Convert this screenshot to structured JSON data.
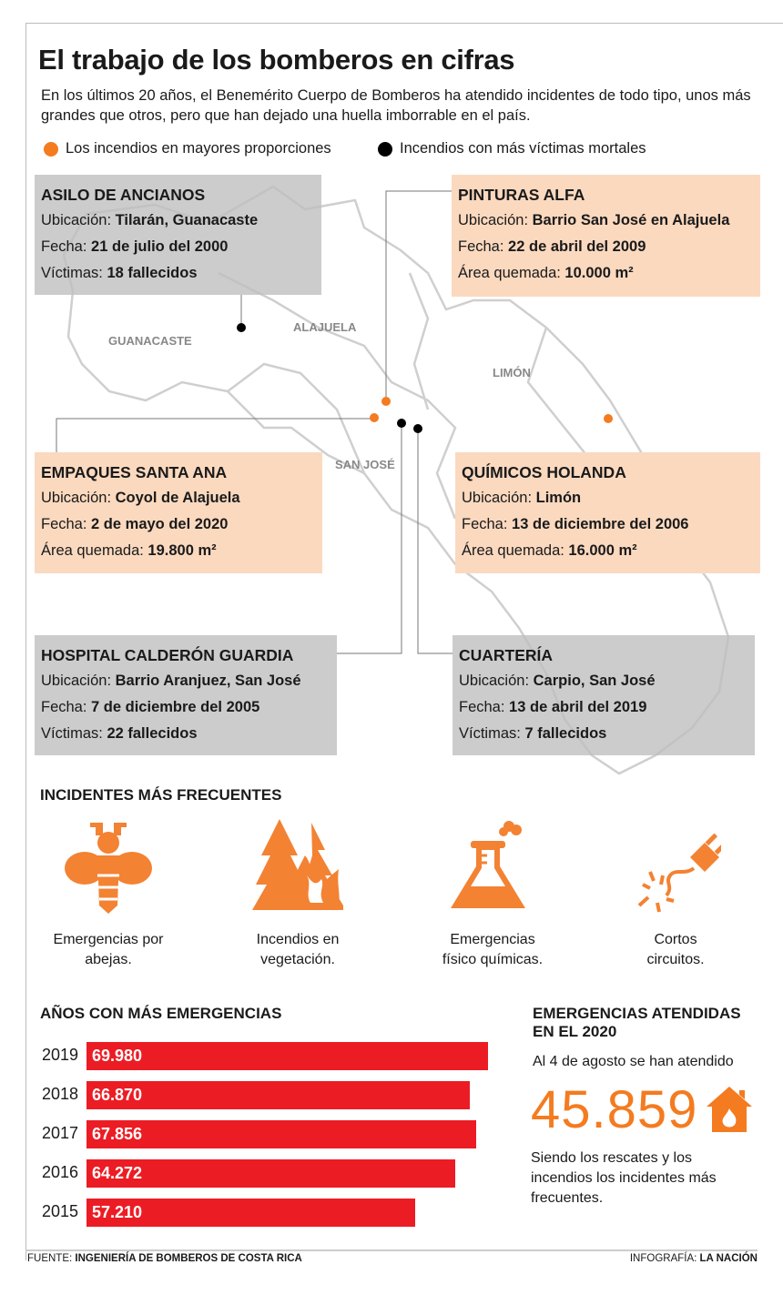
{
  "title": "El trabajo de los bomberos en cifras",
  "intro": "En los últimos 20 años, el Benemérito Cuerpo de Bomberos ha atendido incidentes de todo tipo, unos más grandes que otros, pero que han dejado una huella imborrable en el país.",
  "legend": [
    {
      "label": "Los incendios en mayores proporciones",
      "color": "#f47b20"
    },
    {
      "label": "Incendios con más víctimas mortales",
      "color": "#000000"
    }
  ],
  "map_labels": {
    "guanacaste": "GUANACASTE",
    "alajuela": "ALAJUELA",
    "limon": "LIMÓN",
    "san_jose": "SAN JOSÉ"
  },
  "incidents": {
    "asilo": {
      "title": "ASILO DE ANCIANOS",
      "l1": "Ubicación:",
      "v1": "Tilarán, Guanacaste",
      "l2": "Fecha:",
      "v2": "21 de julio del 2000",
      "l3": "Víctimas:",
      "v3": "18 fallecidos"
    },
    "pinturas": {
      "title": "PINTURAS ALFA",
      "l1": "Ubicación:",
      "v1": "Barrio San José en Alajuela",
      "l2": "Fecha:",
      "v2": "22 de abril del 2009",
      "l3": "Área quemada:",
      "v3": "10.000 m²"
    },
    "empaques": {
      "title": "EMPAQUES SANTA ANA",
      "l1": "Ubicación:",
      "v1": "Coyol de Alajuela",
      "l2": "Fecha:",
      "v2": "2 de mayo del 2020",
      "l3": "Área quemada:",
      "v3": "19.800 m²"
    },
    "quimicos": {
      "title": "QUÍMICOS HOLANDA",
      "l1": "Ubicación:",
      "v1": "Limón",
      "l2": "Fecha:",
      "v2": "13 de diciembre del 2006",
      "l3": "Área quemada:",
      "v3": "16.000 m²"
    },
    "hospital": {
      "title": "HOSPITAL CALDERÓN GUARDIA",
      "l1": "Ubicación:",
      "v1": "Barrio Aranjuez, San José",
      "l2": "Fecha:",
      "v2": "7 de diciembre del 2005",
      "l3": "Víctimas:",
      "v3": "22 fallecidos"
    },
    "cuarteria": {
      "title": "CUARTERÍA",
      "l1": "Ubicación:",
      "v1": "Carpio, San José",
      "l2": "Fecha:",
      "v2": "13 de abril del 2019",
      "l3": "Víctimas:",
      "v3": "7 fallecidos"
    }
  },
  "frequent": {
    "title": "INCIDENTES MÁS FRECUENTES",
    "items": [
      {
        "icon": "bee-icon",
        "l1": "Emergencias por",
        "l2": "abejas."
      },
      {
        "icon": "forest-fire-icon",
        "l1": "Incendios en",
        "l2": "vegetación."
      },
      {
        "icon": "flask-icon",
        "l1": "Emergencias",
        "l2": "físico químicas."
      },
      {
        "icon": "plug-spark-icon",
        "l1": "Cortos",
        "l2": "circuitos."
      }
    ]
  },
  "chart_data": {
    "type": "bar",
    "title": "AÑOS CON MÁS EMERGENCIAS",
    "orientation": "horizontal",
    "categories": [
      "2019",
      "2018",
      "2017",
      "2016",
      "2015"
    ],
    "values": [
      69980,
      66870,
      67856,
      64272,
      57210
    ],
    "labels": [
      "69.980",
      "66.870",
      "67.856",
      "64.272",
      "57.210"
    ],
    "xlim": [
      0,
      69980
    ],
    "color": "#ec1c24",
    "xlabel": "",
    "ylabel": ""
  },
  "stats": {
    "title1": "EMERGENCIAS ATENDIDAS",
    "title2": "EN EL 2020",
    "sub": "Al 4 de agosto se han atendido",
    "number": "45.859",
    "desc": "Siendo los rescates y los incendios los incidentes más frecuentes."
  },
  "footer": {
    "source_label": "FUENTE:",
    "source": "INGENIERÍA DE BOMBEROS DE COSTA RICA",
    "credit_label": "INFOGRAFÍA:",
    "credit": "LA NACIÓN"
  },
  "colors": {
    "orange": "#f47b20",
    "red": "#ec1c24",
    "peach": "#fbd9bf"
  }
}
